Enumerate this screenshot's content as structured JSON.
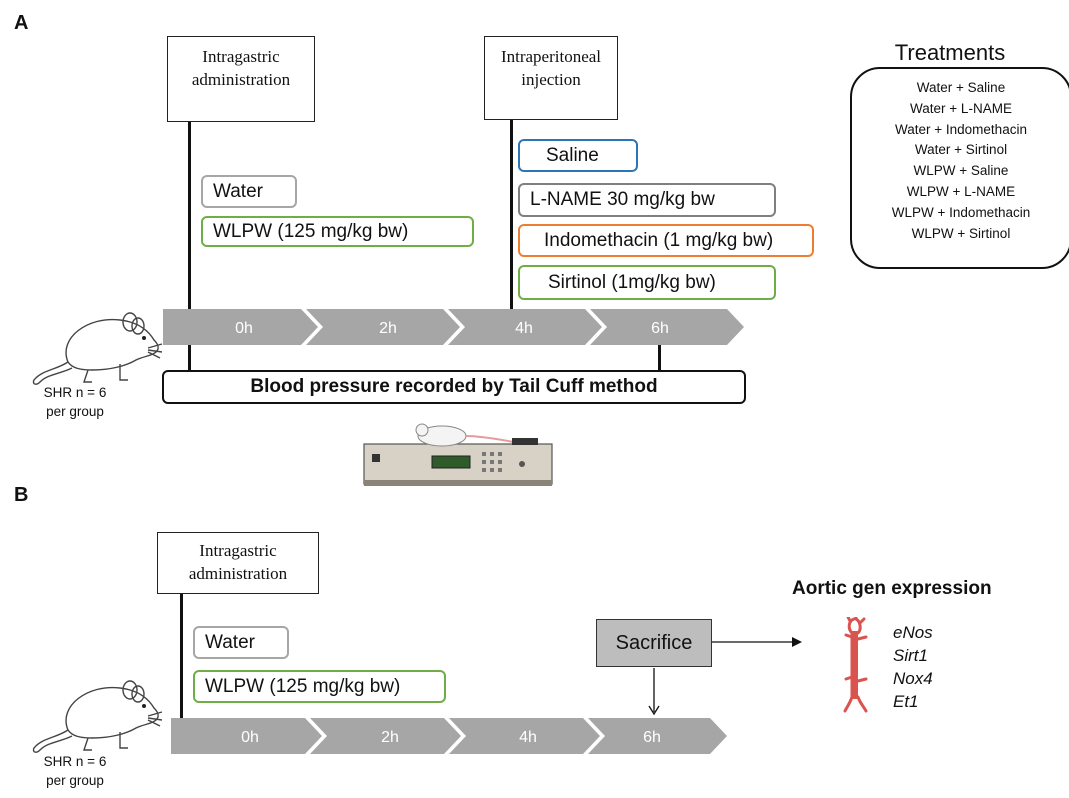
{
  "panel_a": {
    "letter": "A",
    "step1_label": "Intragastric administration",
    "step2_label": "Intraperitoneal injection",
    "oral_groups": [
      {
        "text": "Water",
        "color": "#a6a6a6"
      },
      {
        "text": "WLPW (125 mg/kg bw)",
        "color": "#70ad47"
      }
    ],
    "ip_groups": [
      {
        "text": "Saline",
        "color": "#2e75b6"
      },
      {
        "text": "L-NAME 30 mg/kg bw",
        "color": "#7f7f7f"
      },
      {
        "text": "Indomethacin (1 mg/kg bw)",
        "color": "#ed7d31"
      },
      {
        "text": "Sirtinol (1mg/kg bw)",
        "color": "#70ad47"
      }
    ],
    "timeline": [
      "0h",
      "2h",
      "4h",
      "6h"
    ],
    "bp_label": "Blood pressure recorded by Tail Cuff method",
    "animal_caption": [
      "SHR n = 6",
      "per group"
    ],
    "treatments_title": "Treatments",
    "treatments": [
      "Water + Saline",
      "Water + L-NAME",
      "Water + Indomethacin",
      "Water + Sirtinol",
      "WLPW + Saline",
      "WLPW + L-NAME",
      "WLPW + Indomethacin",
      "WLPW + Sirtinol"
    ]
  },
  "panel_b": {
    "letter": "B",
    "step1_label": "Intragastric administration",
    "oral_groups": [
      {
        "text": "Water",
        "color": "#a6a6a6"
      },
      {
        "text": "WLPW (125 mg/kg bw)",
        "color": "#70ad47"
      }
    ],
    "timeline": [
      "0h",
      "2h",
      "4h",
      "6h"
    ],
    "sacrifice_label": "Sacrifice",
    "expression_title": "Aortic gen expression",
    "genes": [
      "eNos",
      "Sirt1",
      "Nox4",
      "Et1"
    ],
    "animal_caption": [
      "SHR n = 6",
      "per group"
    ]
  },
  "colors": {
    "timeline_fill": "#a6a6a6",
    "aorta": "#d9534f"
  },
  "icons": [
    "rat-icon",
    "tail-cuff-device-icon",
    "aorta-icon"
  ]
}
